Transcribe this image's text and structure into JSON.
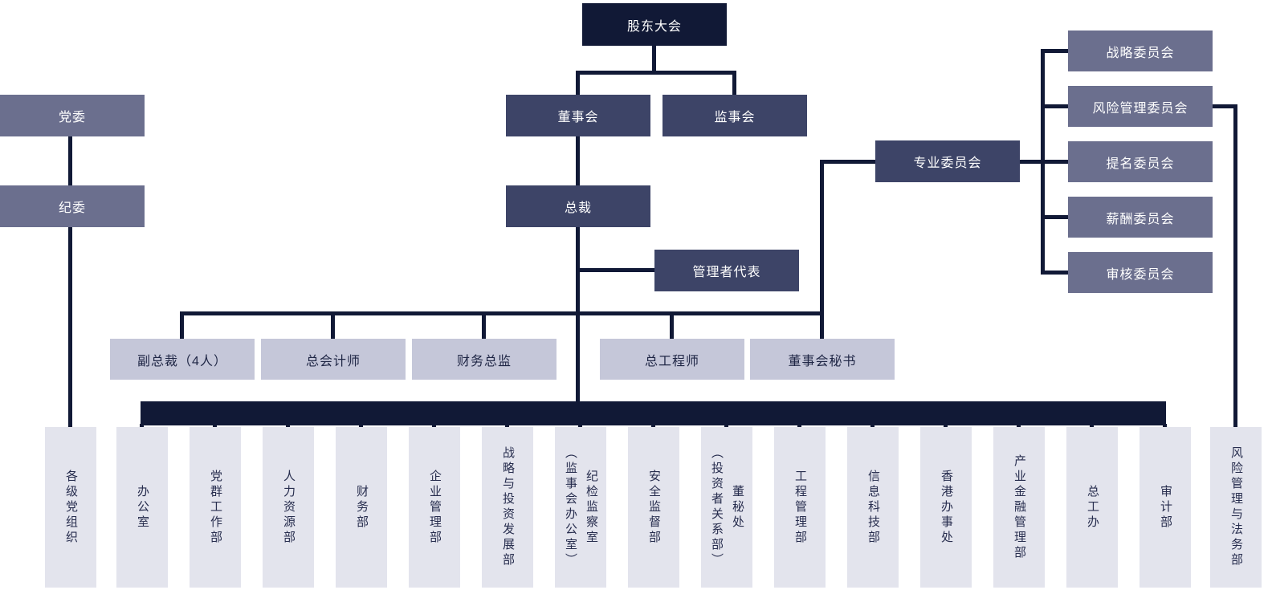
{
  "colors": {
    "darkest_navy": "#111936",
    "dark_box": "#3d4467",
    "mid_box": "#6b6f8e",
    "light_box": "#c5c7d9",
    "lighter_box": "#e3e4ed",
    "text_on_dark": "#ffffff",
    "text_on_light": "#1f2645"
  },
  "nodes": {
    "shareholders": "股东大会",
    "board": "董事会",
    "supervisory": "监事会",
    "party_committee": "党委",
    "discipline_committee": "纪委",
    "president": "总裁",
    "management_rep": "管理者代表",
    "professional_committee": "专业委员会",
    "committees": [
      "战略委员会",
      "风险管理委员会",
      "提名委员会",
      "薪酬委员会",
      "审核委员会"
    ],
    "executives": [
      "副总裁（4人）",
      "总会计师",
      "财务总监",
      "总工程师",
      "董事会秘书"
    ],
    "party_org": "各级党组织",
    "departments": [
      "办公室",
      "党群工作部",
      "人力资源部",
      "财务部",
      "企业管理部",
      "战略与投资发展部",
      "纪检监察室\n（监事会办公室）",
      "安全监督部",
      "董秘处\n（投资者关系部）",
      "工程管理部",
      "信息科技部",
      "香港办事处",
      "产业金融管理部",
      "总工办",
      "审计部"
    ],
    "risk_legal": "风险管理与法务部"
  }
}
